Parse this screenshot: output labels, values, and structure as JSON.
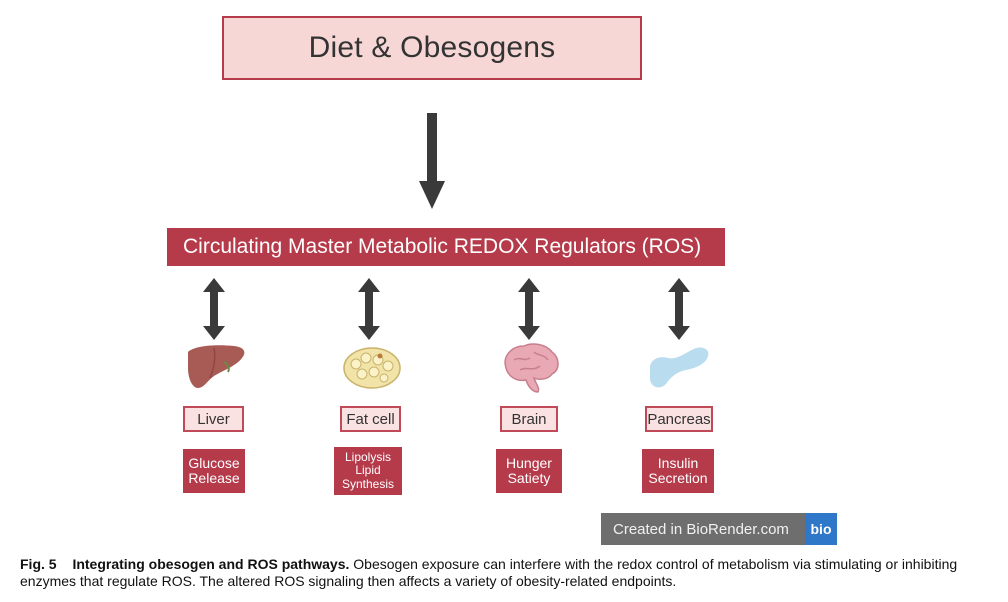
{
  "top_box": {
    "label": "Diet & Obesogens"
  },
  "banner": {
    "label": "Circulating Master Metabolic REDOX Regulators (ROS)"
  },
  "organs": [
    {
      "name": "Liver",
      "effect_lines": [
        "Glucose",
        "Release"
      ],
      "icon": "liver-icon",
      "color": "#a85a55"
    },
    {
      "name": "Fat cell",
      "effect_lines": [
        "Lipolysis",
        "Lipid",
        "Synthesis"
      ],
      "icon": "fat-cell-icon",
      "color": "#f0e0a0"
    },
    {
      "name": "Brain",
      "effect_lines": [
        "Hunger",
        "Satiety"
      ],
      "icon": "brain-icon",
      "color": "#e8a9b4"
    },
    {
      "name": "Pancreas",
      "effect_lines": [
        "Insulin",
        "Secretion"
      ],
      "icon": "pancreas-icon",
      "color": "#b9dcef"
    }
  ],
  "watermark": {
    "text": "Created in BioRender.com",
    "logo": "bio"
  },
  "caption": {
    "fig_number": "Fig. 5",
    "title": "Integrating obesogen and ROS pathways.",
    "text": "Obesogen exposure can interfere with the redox control of metabolism via stimulating or inhibiting enzymes that regulate ROS. The altered ROS signaling then affects a variety of obesity-related endpoints."
  },
  "colors": {
    "accent": "#b53a4a",
    "top_box_fill": "#f7d7d6",
    "label_fill": "#fbe2e2",
    "arrow": "#3a3a3a"
  }
}
